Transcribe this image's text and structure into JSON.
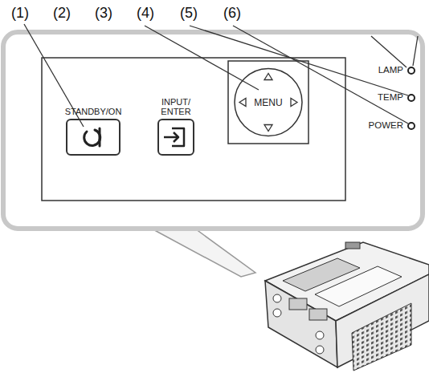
{
  "diagram": {
    "nodes": [
      {
        "text": [
          "STANDBY/ON"
        ]
      },
      {
        "text": [
          "INPUT/ ENTER"
        ]
      },
      {
        "text": [
          "MENU"
        ]
      }
    ],
    "labels": [
      "(1)",
      "(2)",
      "(3)",
      "(4)",
      "(5)",
      "(6)",
      "LAMP",
      "TEMP",
      "POWER"
    ]
  }
}
